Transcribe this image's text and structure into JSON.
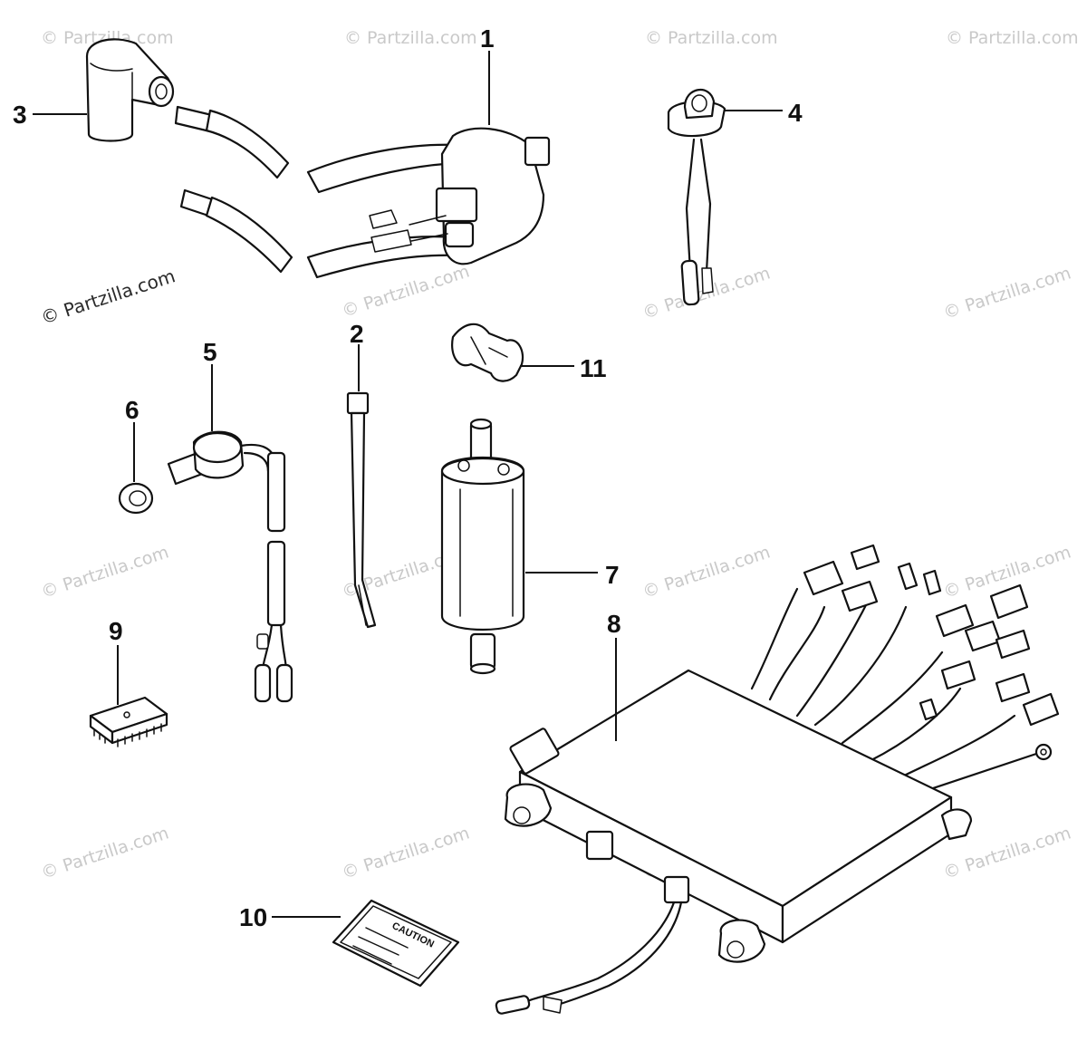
{
  "watermark": {
    "text": "© Partzilla.com"
  },
  "callouts": {
    "c1": "1",
    "c2": "2",
    "c3": "3",
    "c4": "4",
    "c5": "5",
    "c6": "6",
    "c7": "7",
    "c8": "8",
    "c9": "9",
    "c10": "10",
    "c11": "11"
  },
  "decal": {
    "text": "CAUTION"
  }
}
